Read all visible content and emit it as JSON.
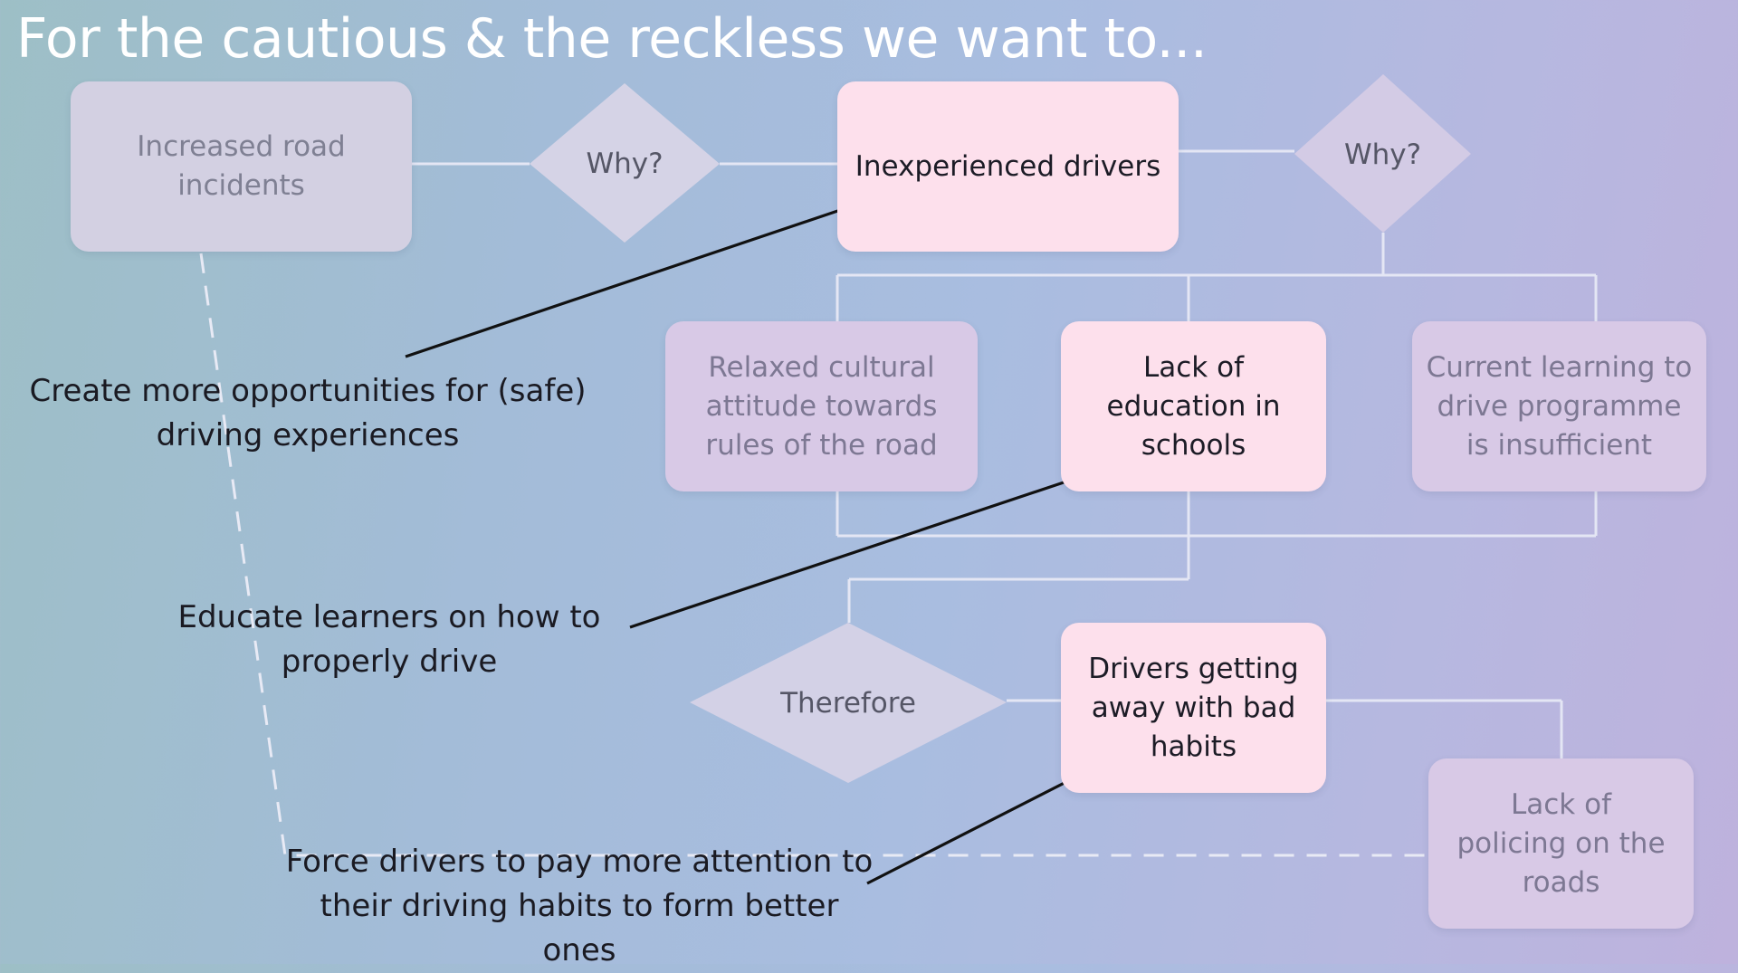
{
  "title": "For the cautious & the reckless we want to...",
  "nodes": {
    "road_incidents": "Increased road incidents",
    "why_1": "Why?",
    "inexperienced": "Inexperienced drivers",
    "why_2": "Why?",
    "relaxed_attitude": "Relaxed cultural attitude towards rules of the road",
    "lack_education": "Lack of education in schools",
    "current_learning": "Current learning to drive programme is insufficient",
    "therefore": "Therefore",
    "bad_habits": "Drivers getting away with bad habits",
    "lack_policing": "Lack of policing on the roads"
  },
  "notes": {
    "opportunities": "Create more opportunities for (safe) driving experiences",
    "educate": "Educate learners on how to properly drive",
    "force_attention": "Force drivers to pay more attention to their driving habits to form better ones"
  },
  "colors": {
    "connector": "#e4e6f4",
    "arrow": "#111111",
    "pink_node": "#fde0ec",
    "faded_node": "#d3d0e2"
  }
}
